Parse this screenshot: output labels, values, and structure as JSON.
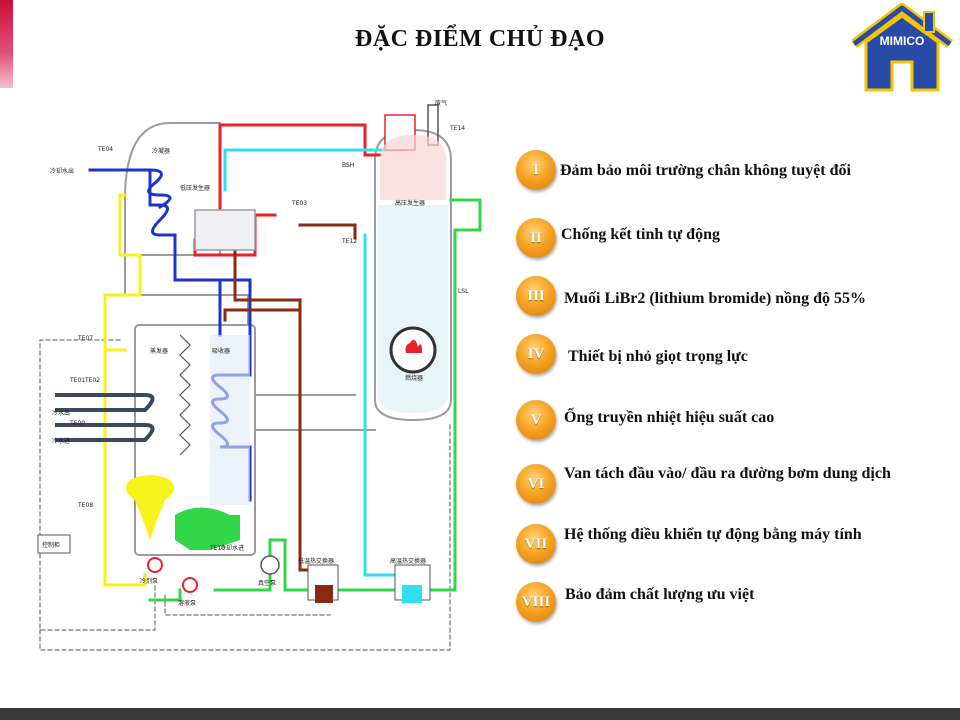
{
  "title": "ĐẶC ĐIỂM CHỦ ĐẠO",
  "logo": {
    "text": "MIMICO",
    "icon": "house-logo"
  },
  "features": [
    {
      "numeral": "I",
      "text": "Đảm bảo môi trường chân không tuyệt đối"
    },
    {
      "numeral": "II",
      "text": "Chống kết tinh tự động"
    },
    {
      "numeral": "III",
      "text": "Muối LiBr2 (lithium bromide) nồng độ 55%"
    },
    {
      "numeral": "IV",
      "text": "Thiết bị nhỏ giọt trọng lực"
    },
    {
      "numeral": "V",
      "text": "Ống truyền nhiệt hiệu suất cao"
    },
    {
      "numeral": "VI",
      "text": "Van tách đầu vào/ đầu ra đường bơm dung dịch"
    },
    {
      "numeral": "VII",
      "text": "Hệ thống điều khiển tự động bằng máy tính"
    },
    {
      "numeral": "VIII",
      "text": "Bảo đảm chất lượng ưu việt"
    }
  ],
  "diagram": {
    "labels": {
      "cooling_water_out": "冷却水出",
      "condenser": "冷凝器",
      "low_temp_generator": "低压发生器",
      "high_temp_generator": "高压发生器",
      "exhaust": "废气",
      "evaporator": "蒸发器",
      "absorber": "吸收器",
      "chilled_water_out": "冷水出",
      "chilled_water_in": "冷水进",
      "control_cabinet": "控制柜",
      "low_temp_hx": "低温热交换器",
      "high_temp_hx": "高温热交换器",
      "burner": "燃烧器",
      "refrigerant_pump": "冷剂泵",
      "solution_pump": "溶液泵",
      "vacuum_pump": "真空泵",
      "cooling_water_in": "冷却水进",
      "te04": "TE04",
      "te03": "TE03",
      "te12": "TE12",
      "te14": "TE14",
      "te07": "TE07",
      "te01": "TE01",
      "te02": "TE02",
      "te08": "TE08",
      "te09": "TE09",
      "te10": "TE10",
      "lsl": "LSL",
      "bsh": "BSH"
    },
    "colors": {
      "red": "#e8222a",
      "blue": "#1c35c8",
      "cyan": "#2ee0ee",
      "brown": "#8a2a10",
      "yellow": "#f7f21a",
      "green": "#33d648",
      "gray": "#9a9aa0"
    }
  },
  "colors": {
    "accent": "#c8103a",
    "badge": "#f6a424",
    "logo_blue": "#2a4aa8",
    "logo_yellow": "#f5c400"
  }
}
